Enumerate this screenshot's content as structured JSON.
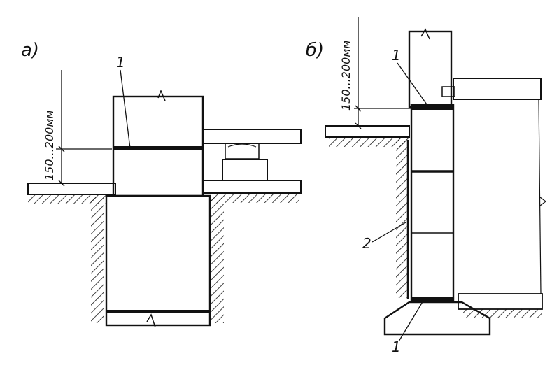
{
  "figure": {
    "panel_a": {
      "letter": "а)",
      "dimension": "150...200мм",
      "callout_1": "1"
    },
    "panel_b": {
      "letter": "б)",
      "dimension": "150...200мм",
      "callout_1_top": "1",
      "callout_2": "2",
      "callout_1_bottom": "1"
    }
  }
}
